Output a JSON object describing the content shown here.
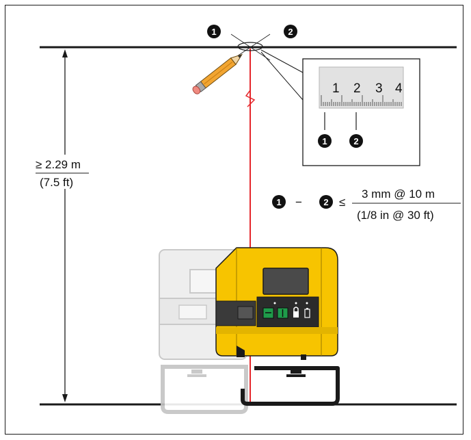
{
  "diagram": {
    "markers": {
      "one": "1",
      "two": "2"
    },
    "height_label": {
      "metric": "≥ 2.29 m",
      "imperial": "(7.5 ft)"
    },
    "ruler_ticks": [
      "1",
      "2",
      "3",
      "4"
    ],
    "formula": {
      "minus": "−",
      "relation": "≤",
      "metric": "3 mm @ 10 m",
      "imperial": "(1/8 in @ 30 ft)"
    },
    "colors": {
      "laser": "#e5262b",
      "device_yellow": "#f7c400",
      "device_dark": "#2b2b2b",
      "indicator_green": "#1f9b4a",
      "ghost_gray": "#c8c8c8"
    }
  }
}
